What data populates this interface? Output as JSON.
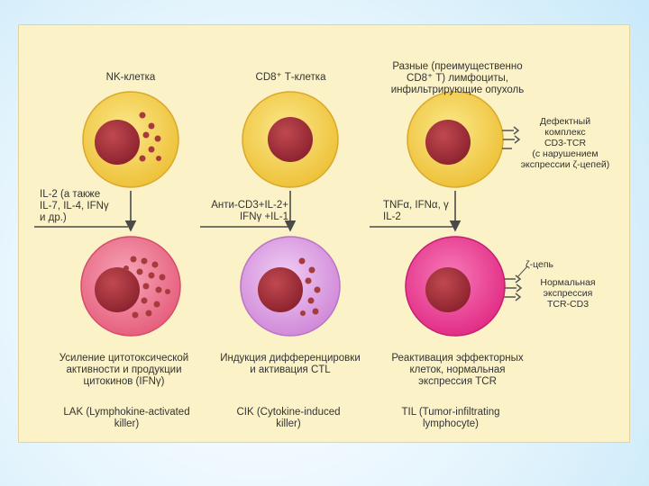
{
  "columns": [
    {
      "header": "NK-клетка",
      "stimulus": "IL-2 (а также\nIL-7, IL-4, IFNγ\nи др.)",
      "effect": "Усиление цитотоксической\nактивности и продукции\nцитокинов (IFNγ)",
      "result": "LAK (Lymphokine-activated\nkiller)"
    },
    {
      "header": "CD8⁺ Т-клетка",
      "stimulus": "Анти-CD3+IL-2+\nIFNγ +IL-1",
      "effect": "Индукция дифференцировки\nи активация CTL",
      "result": "CIK (Cytokine-induced\nkiller)"
    },
    {
      "header": "Разные (преимущественно\nCD8⁺ Т) лимфоциты,\nинфильтрирующие опухоль",
      "stimulus": "TNFα, IFNα, γ\nIL-2",
      "effect": "Реактивация эффекторных\nклеток, нормальная\nэкспрессия TCR",
      "result": "TIL (Tumor-infiltrating\nlymphocyte)"
    }
  ],
  "notes": {
    "defect": "Дефектный\nкомплекс\nCD3-TCR\n(с нарушением\nэкспрессии ζ-цепей)",
    "zeta": "ζ-цепь",
    "normal": "Нормальная\nэкспрессия\nTCR-CD3"
  },
  "colors": {
    "slide_bg": "#fbf2c8",
    "cell_yellow": "#f6d548",
    "cell_pink": "#ec7a94",
    "cell_violet": "#dfa6e8",
    "cell_magenta": "#f04598",
    "nucleus": "#9e2e38",
    "granule": "#a63a3c"
  }
}
